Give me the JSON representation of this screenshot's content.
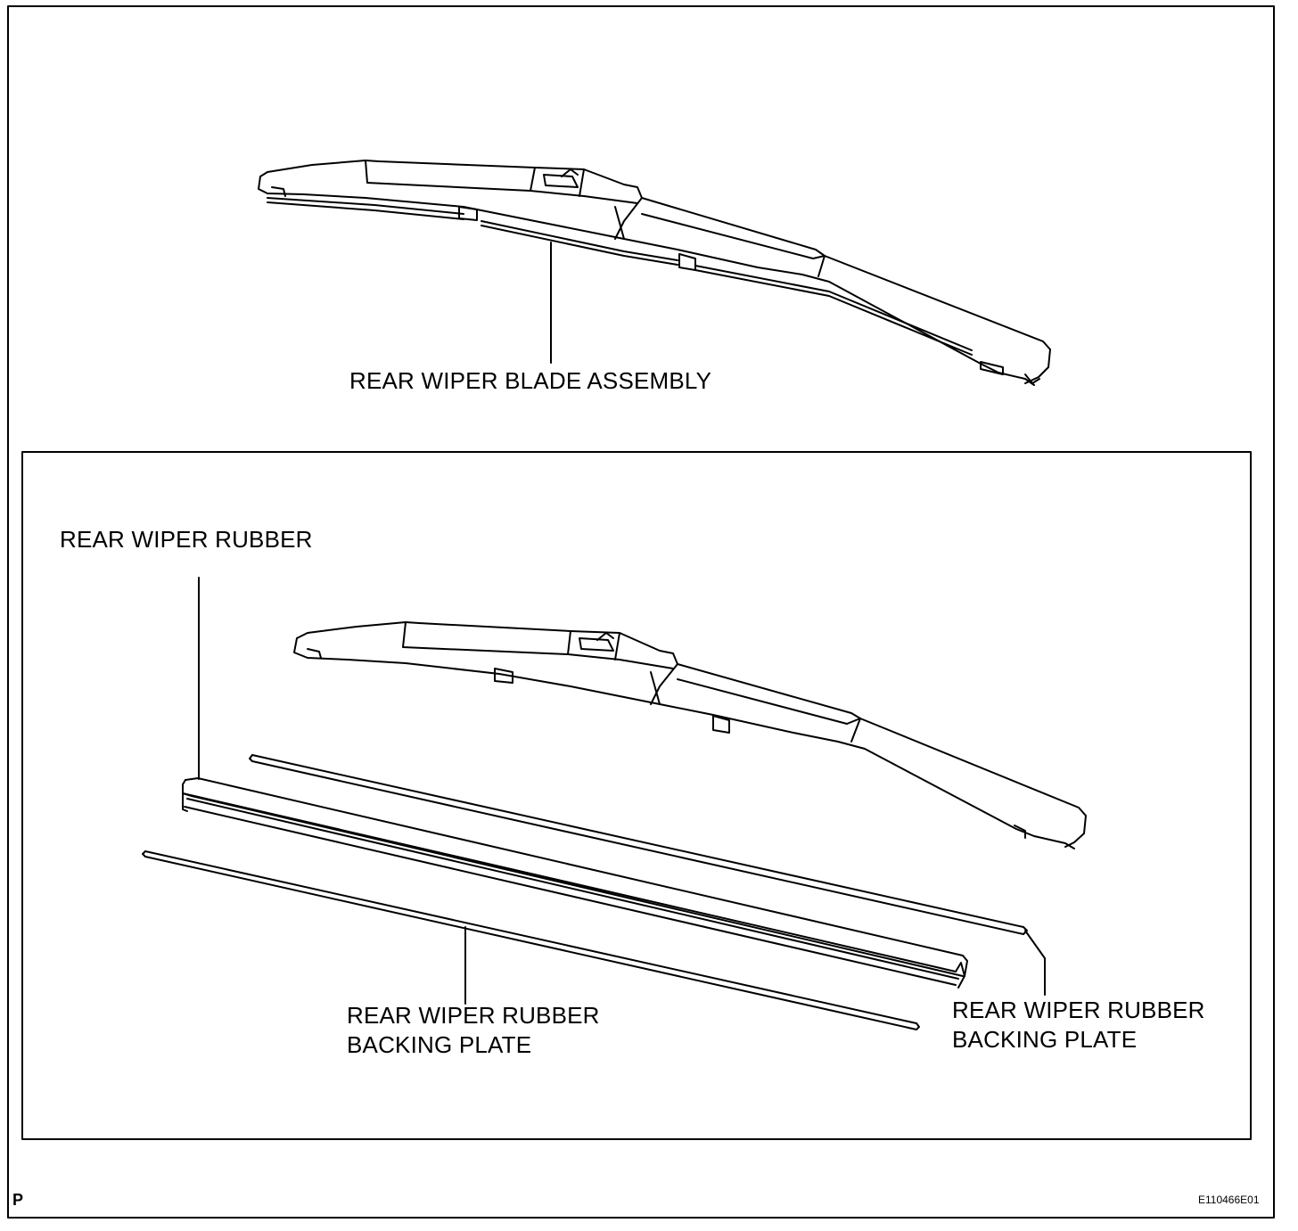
{
  "labels": {
    "blade_assembly": "REAR WIPER BLADE ASSEMBLY",
    "rubber": "REAR WIPER RUBBER",
    "backing_plate_left": [
      "REAR WIPER RUBBER",
      "BACKING PLATE"
    ],
    "backing_plate_right": [
      "REAR WIPER RUBBER",
      "BACKING PLATE"
    ]
  },
  "corner": {
    "mark": "P",
    "figure_code": "E110466E01"
  }
}
